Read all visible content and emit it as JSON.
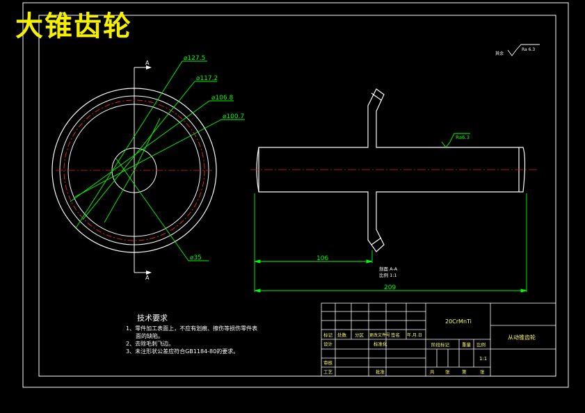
{
  "overlay_title": "大锥齿轮",
  "colors": {
    "background": "#000000",
    "outline": "#ffffff",
    "dimension": "#00ff00",
    "centerline": "#ff0000",
    "title_overlay": "#f5f000",
    "table_text": "#ffff66"
  },
  "front_view": {
    "section_marks": [
      "A",
      "A"
    ],
    "diameters": [
      "⌀127.5",
      "⌀117.2",
      "⌀106.8",
      "⌀100.7",
      "⌀35"
    ]
  },
  "side_view": {
    "dim_length_partial": "106",
    "dim_length_total": "209",
    "section_label_line1": "剖面 A-A",
    "section_label_line2": "比例 1:1",
    "surface_roughness": "Ra6.3"
  },
  "roughness_note": {
    "prefix": "其余",
    "value": "Ra 6.3"
  },
  "tech_requirements": {
    "heading": "技术要求",
    "items": [
      "1、零件加工表面上，不应有划痕、擦伤等损伤零件表",
      "面的缺陷。",
      "2、去除毛刺飞边。",
      "3、未注形状公差应符合GB1184-80的要求。"
    ]
  },
  "title_block": {
    "material": "20CrMnTi",
    "part_name": "从动锥齿轮",
    "scale": "1:1",
    "headers_row": [
      "标记",
      "处数",
      "分区",
      "更改文件号",
      "签名",
      "年.月.日"
    ],
    "row_design": [
      "设计",
      "",
      "",
      "标准化",
      "",
      ""
    ],
    "row_review": "审核",
    "row_process": [
      "工艺",
      "",
      "",
      "批准"
    ],
    "stage_labels": [
      "阶段标记",
      "重量",
      "比例"
    ],
    "sheet_labels": [
      "共",
      "张",
      "第",
      "张"
    ]
  }
}
